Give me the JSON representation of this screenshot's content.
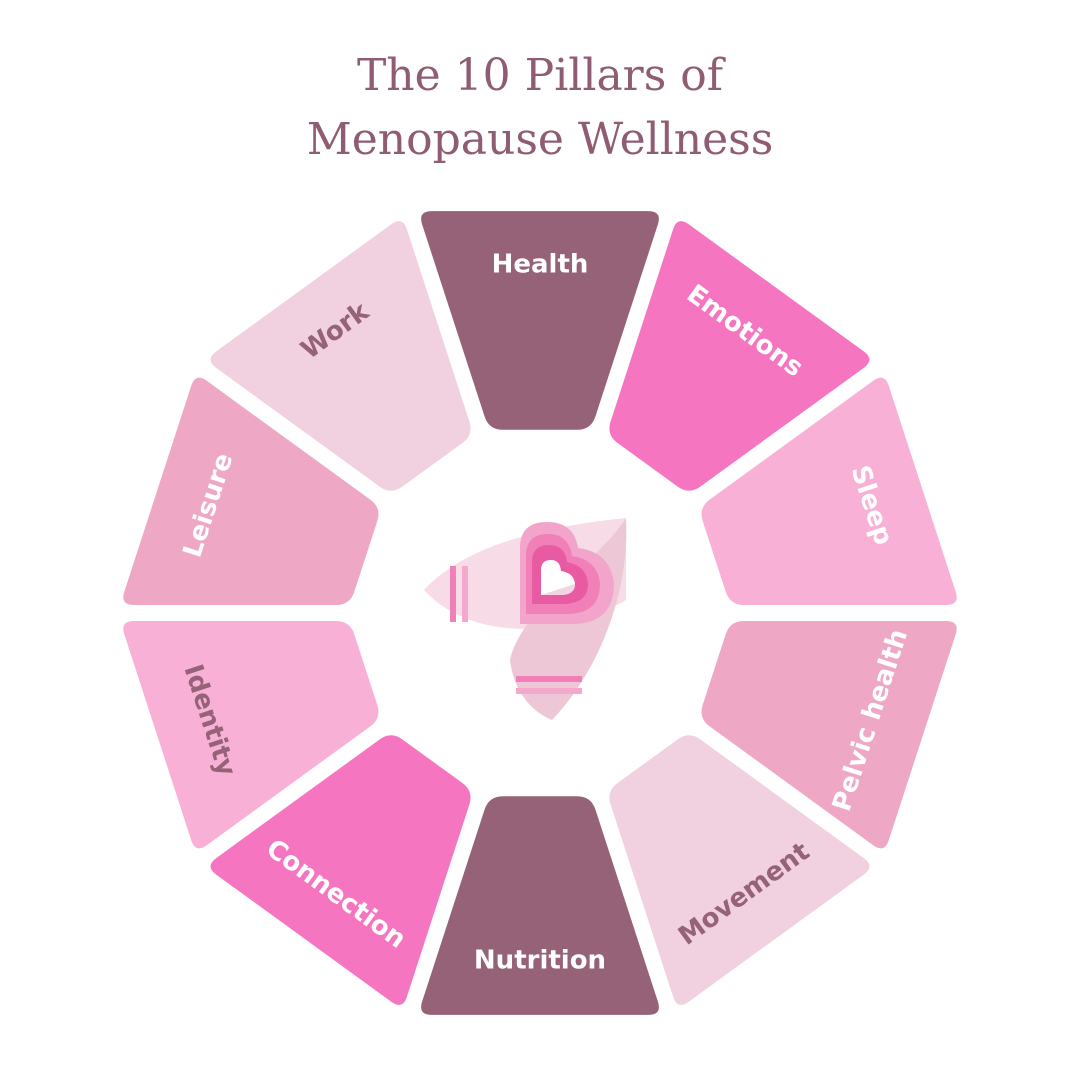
{
  "title": {
    "line1": "The 10 Pillars of",
    "line2": "Menopause Wellness"
  },
  "pillars": [
    {
      "label": "Health",
      "fill": "#956277",
      "text_color": "#ffffff"
    },
    {
      "label": "Emotions",
      "fill": "#f675c0",
      "text_color": "#ffffff"
    },
    {
      "label": "Sleep",
      "fill": "#f9b0d6",
      "text_color": "#ffffff"
    },
    {
      "label": "Pelvic health",
      "fill": "#eea7c5",
      "text_color": "#ffffff"
    },
    {
      "label": "Movement",
      "fill": "#f1d0e0",
      "text_color": "#956277"
    },
    {
      "label": "Nutrition",
      "fill": "#956277",
      "text_color": "#ffffff"
    },
    {
      "label": "Connection",
      "fill": "#f675c0",
      "text_color": "#ffffff"
    },
    {
      "label": "Identity",
      "fill": "#f9b0d6",
      "text_color": "#956277"
    },
    {
      "label": "Leisure",
      "fill": "#eea7c5",
      "text_color": "#ffffff"
    },
    {
      "label": "Work",
      "fill": "#f1d0e0",
      "text_color": "#956277"
    }
  ],
  "center_logo": {
    "icon": "heart-logo-icon",
    "colors": [
      "#f7dbe7",
      "#edc7d6",
      "#f180b8",
      "#e85ba2"
    ]
  }
}
